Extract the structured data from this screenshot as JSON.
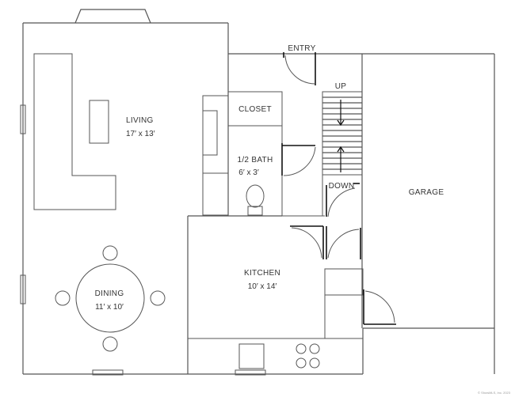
{
  "rooms": {
    "living": {
      "name": "LIVING",
      "dims": "17′ x 13′"
    },
    "closet": {
      "name": "CLOSET"
    },
    "half_bath": {
      "name": "1/2 BATH",
      "dims": "6′ x 3′"
    },
    "kitchen": {
      "name": "KITCHEN",
      "dims": "10′ x 14′"
    },
    "dining": {
      "name": "DINING",
      "dims": "11′ x 10′"
    },
    "garage": {
      "name": "GARAGE"
    }
  },
  "labels": {
    "entry": "ENTRY",
    "up": "UP",
    "down": "DOWN"
  },
  "copyright": "© ShowMLS, Inc. 2023"
}
